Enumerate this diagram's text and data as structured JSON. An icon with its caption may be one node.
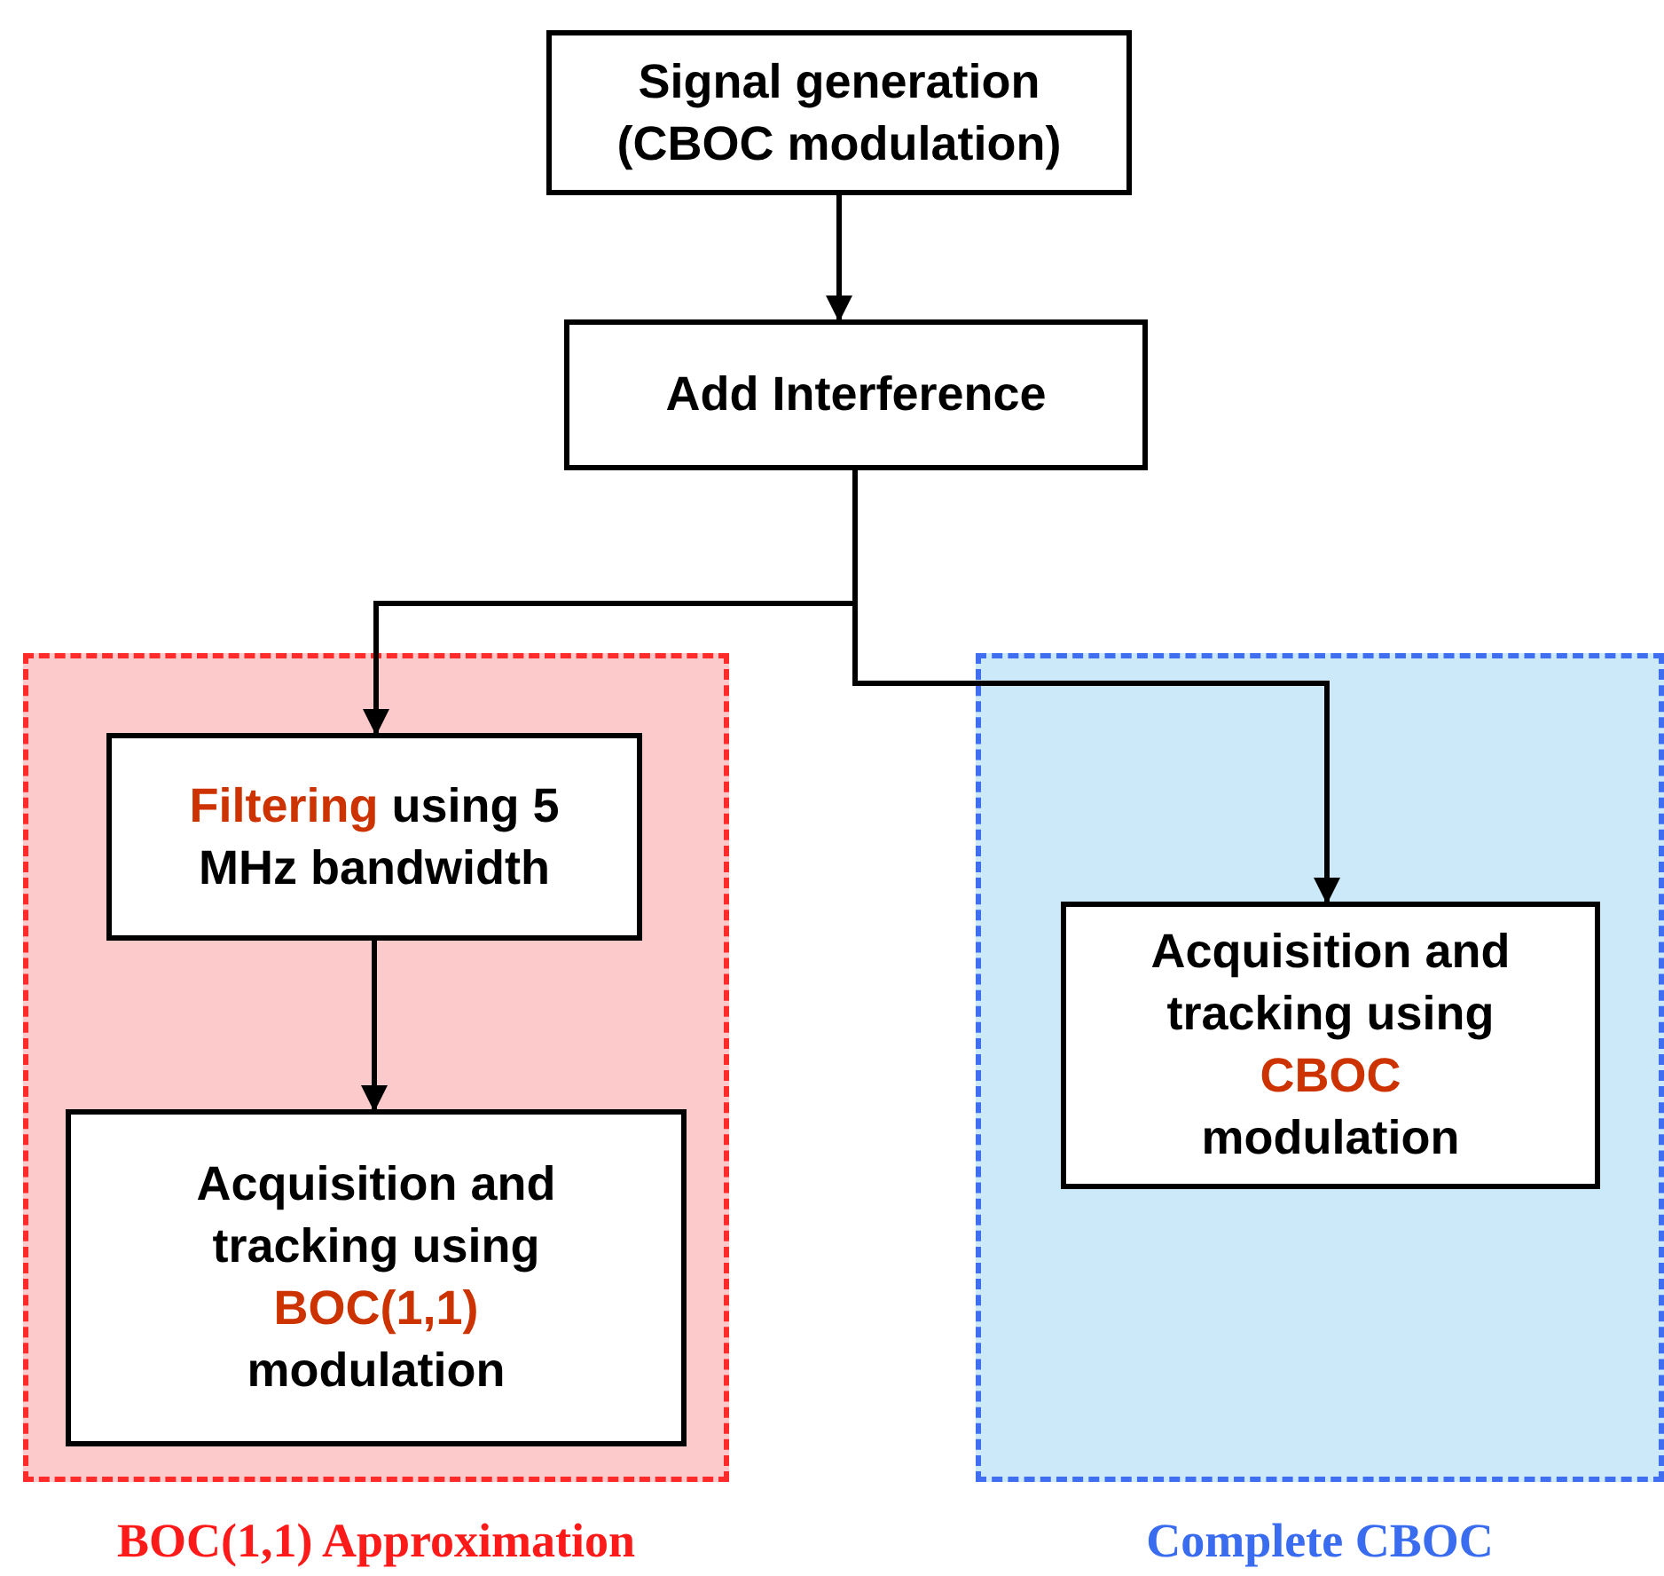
{
  "diagram": {
    "nodes": [
      {
        "text": [
          "Signal generation (CBOC modulation)"
        ]
      },
      {
        "text": [
          "Add Interference"
        ]
      },
      {
        "text": [
          "BOC(1,1) Approximation"
        ]
      },
      {
        "text": [
          "Filtering",
          "using 5 MHz bandwidth"
        ],
        "in": 2
      },
      {
        "text": [
          "Acquisition and tracking using",
          "BOC(1,1)",
          "modulation"
        ],
        "in": 2
      },
      {
        "text": [
          "Complete CBOC"
        ]
      },
      {
        "text": [
          "Acquisition and tracking using",
          "CBOC",
          "modulation"
        ],
        "in": 5
      }
    ],
    "edges": [
      {
        "from": 0,
        "to": 1,
        "arrow": "to"
      },
      {
        "from": 1,
        "to": 3,
        "arrow": "to"
      },
      {
        "from": 1,
        "to": 6,
        "arrow": "to"
      },
      {
        "from": 3,
        "to": 4,
        "arrow": "to"
      }
    ]
  }
}
